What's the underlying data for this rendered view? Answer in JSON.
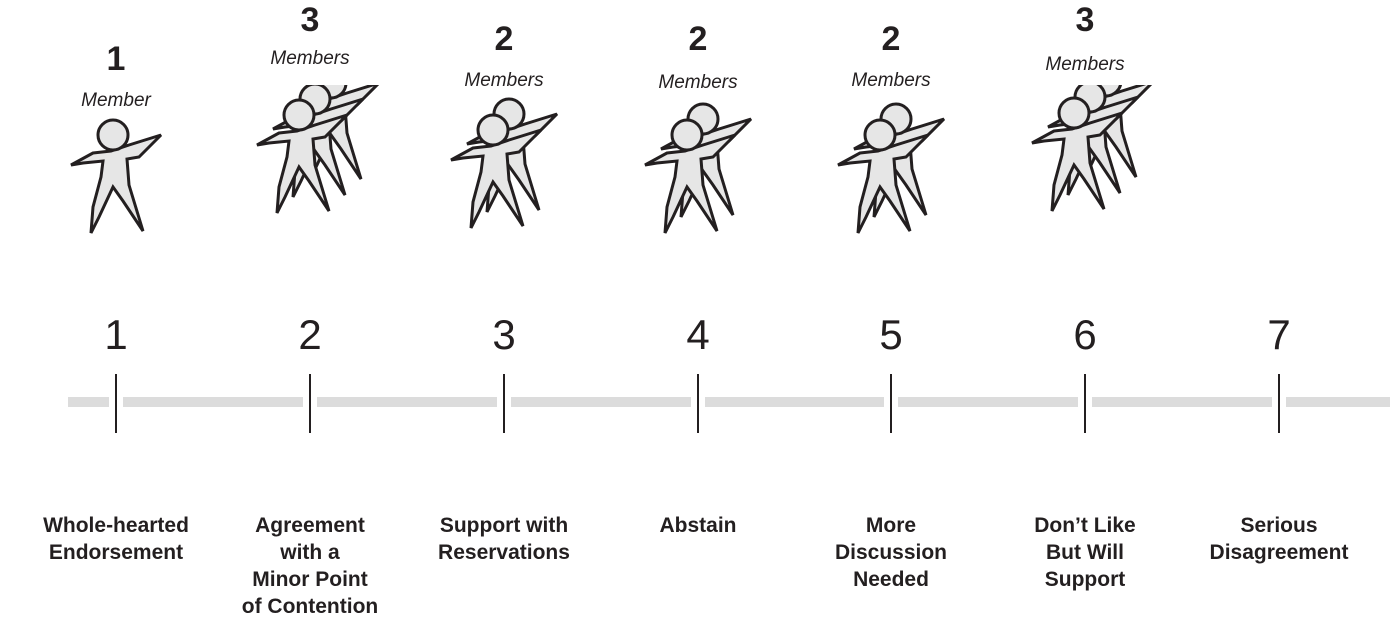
{
  "points": [
    {
      "number": "1",
      "count": "1",
      "unit": "Member",
      "members": 1,
      "label": "Whole-hearted\nEndorsement"
    },
    {
      "number": "2",
      "count": "3",
      "unit": "Members",
      "members": 3,
      "label": "Agreement\nwith a\nMinor Point\nof Contention"
    },
    {
      "number": "3",
      "count": "2",
      "unit": "Members",
      "members": 2,
      "label": "Support with\nReservations"
    },
    {
      "number": "4",
      "count": "2",
      "unit": "Members",
      "members": 2,
      "label": "Abstain"
    },
    {
      "number": "5",
      "count": "2",
      "unit": "Members",
      "members": 2,
      "label": "More\nDiscussion\nNeeded"
    },
    {
      "number": "6",
      "count": "3",
      "unit": "Members",
      "members": 3,
      "label": "Don’t Like\nBut Will\nSupport"
    },
    {
      "number": "7",
      "count": "",
      "unit": "",
      "members": 0,
      "label": "Serious\nDisagreement"
    }
  ],
  "colors": {
    "line": "#dcdcdc",
    "tick": "#231f20",
    "figure_fill": "#e6e6e6",
    "figure_stroke": "#231f20"
  },
  "icons": {
    "member": "person-figure-icon"
  }
}
